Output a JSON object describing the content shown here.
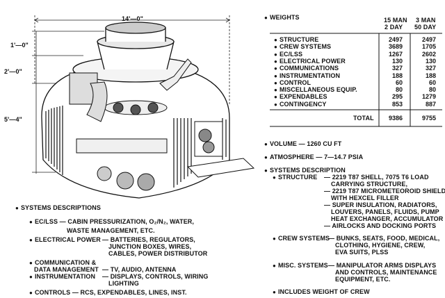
{
  "drawing": {
    "dim_width": "14'—0\"",
    "dim_top": "1'—0\"",
    "dim_mid": "2'—0\"",
    "dim_low": "5'—4\""
  },
  "weights": {
    "heading": "WEIGHTS",
    "col1_header": [
      "15 MAN",
      "2 DAY"
    ],
    "col2_header": [
      "3 MAN",
      "50 DAY"
    ],
    "rows": [
      {
        "label": "STRUCTURE",
        "v1": "2497",
        "v2": "2497"
      },
      {
        "label": "CREW SYSTEMS",
        "v1": "3689",
        "v2": "1705"
      },
      {
        "label": "EC/LSS",
        "v1": "1267",
        "v2": "2602"
      },
      {
        "label": "ELECTRICAL POWER",
        "v1": "130",
        "v2": "130"
      },
      {
        "label": "COMMUNICATIONS",
        "v1": "327",
        "v2": "327"
      },
      {
        "label": "INSTRUMENTATION",
        "v1": "188",
        "v2": "188"
      },
      {
        "label": "CONTROL",
        "v1": "60",
        "v2": "60"
      },
      {
        "label": "MISCELLANEOUS EQUIP.",
        "v1": "80",
        "v2": "80"
      },
      {
        "label": "EXPENDABLES",
        "v1": "295",
        "v2": "1279"
      },
      {
        "label": "CONTINGENCY",
        "v1": "853",
        "v2": "887"
      }
    ],
    "total_label": "TOTAL",
    "total_v1": "9386",
    "total_v2": "9755"
  },
  "volume": "VOLUME — 1260 CU FT",
  "atmosphere": "ATMOSPHERE — 7—14.7 PSIA",
  "systems_right": {
    "heading": "SYSTEMS DESCRIPTION",
    "structure_label": "STRUCTURE",
    "structure_lines": [
      "— 2219 T87 SHELL, 7075 T6 LOAD",
      "CARRYING STRUCTURE,",
      "— 2219 T87 MICROMETEOROID SHIELD",
      "WITH HEXCEL FILLER",
      "— SUPER INSULATION, RADIATORS,",
      "LOUVERS, PANELS, FLUIDS, PUMP",
      "HEAT EXCHANGER, ACCUMULATOR",
      "— AIRLOCKS AND DOCKING PORTS"
    ],
    "crew_label": "CREW SYSTEMS",
    "crew_lines": [
      "— BUNKS, SEATS, FOOD, MEDICAL,",
      "CLOTHING, HYGIENE, CREW,",
      "EVA SUITS, PLSS"
    ],
    "misc_label": "MISC. SYSTEMS",
    "misc_lines": [
      "— MANIPULATOR ARMS DISPLAYS",
      "AND CONTROLS, MAINTENANCE",
      "EQUIPMENT, ETC."
    ],
    "includes": "INCLUDES WEIGHT OF CREW"
  },
  "systems_left": {
    "heading": "SYSTEMS DESCRIPTIONS",
    "eclss_1": "EC/LSS — CABIN PRESSURIZATION, O₂/N₂, WATER,",
    "eclss_2": "WASTE MANAGEMENT, ETC.",
    "elec_label": "ELECTRICAL POWER",
    "elec_lines": [
      "— BATTERIES, REGULATORS,",
      "JUNCTION BOXES, WIRES,",
      "CABLES, POWER DISTRIBUTOR"
    ],
    "comm_1": "COMMUNICATION &",
    "comm_2": "DATA MANAGEMENT",
    "comm_value": "— TV, AUDIO, ANTENNA",
    "instr_label": "INSTRUMENTATION",
    "instr_lines": [
      "— DISPLAYS, CONTROLS, WIRING",
      "LIGHTING"
    ],
    "controls": "CONTROLS — RCS, EXPENDABLES, LINES, INST."
  }
}
